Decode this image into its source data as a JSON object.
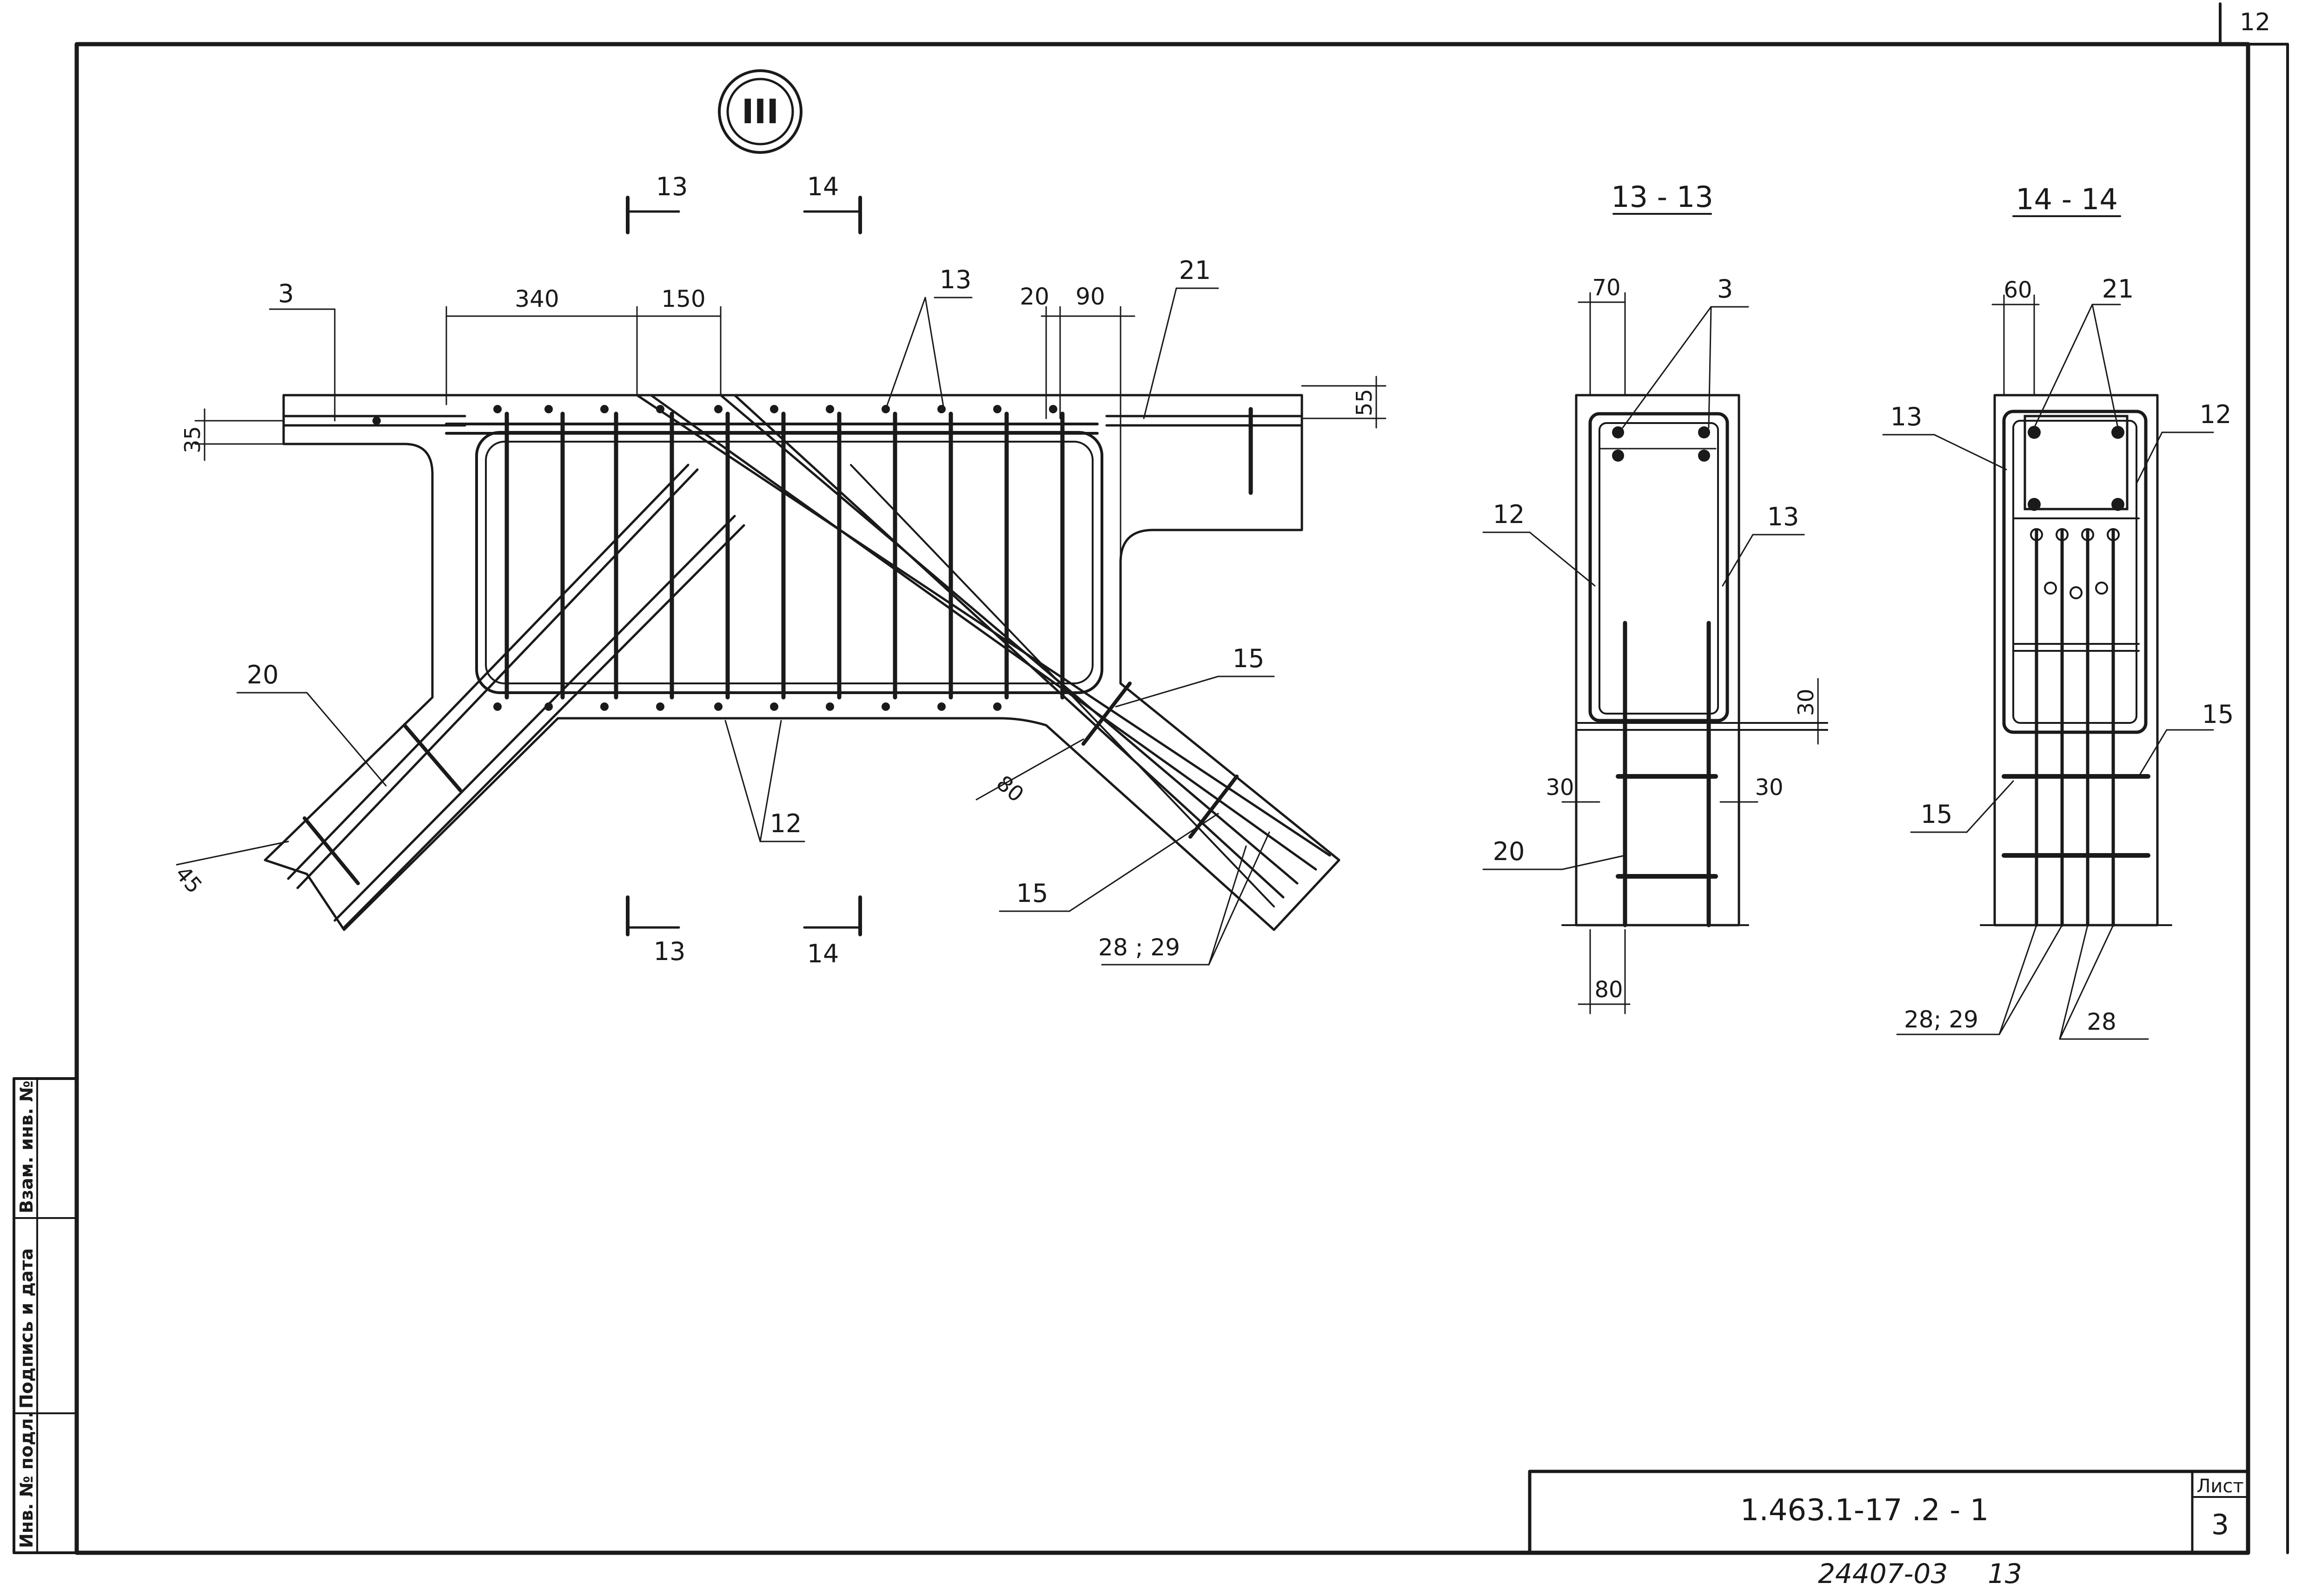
{
  "sheet": {
    "corner_number": "12",
    "stamp_label": "III",
    "side_strip": {
      "inv_podl": "Инв. № подл.",
      "podpis_data": "Подпись и дата",
      "vzam_inv": "Взам. инв. №"
    },
    "title_block": {
      "code": "1.463.1-17 .2 - 1",
      "list_label": "Лист",
      "list_number": "3"
    },
    "archive_number": "24407-03",
    "archive_copy": "13"
  },
  "main_view": {
    "section_mark_13_top": "13",
    "section_mark_14_top": "14",
    "section_mark_13_bottom": "13",
    "section_mark_14_bottom": "14",
    "dim_340": "340",
    "dim_150": "150",
    "dim_20": "20",
    "dim_90": "90",
    "dim_35": "35",
    "dim_55": "55",
    "dim_45": "45",
    "dim_80": "80",
    "pos_3": "3",
    "pos_13": "13",
    "pos_21": "21",
    "pos_20": "20",
    "pos_12": "12",
    "pos_15_right": "15",
    "pos_15_bottom": "15",
    "pos_28_29": "28 ; 29"
  },
  "section_13": {
    "title": "13 - 13",
    "dim_70": "70",
    "pos_3": "3",
    "pos_12": "12",
    "pos_13": "13",
    "dim_30_right": "30",
    "dim_30_left": "30",
    "dim_30_bottom_right": "30",
    "pos_20": "20",
    "dim_80": "80"
  },
  "section_14": {
    "title": "14 - 14",
    "dim_60": "60",
    "pos_21": "21",
    "pos_13": "13",
    "pos_12": "12",
    "pos_15_right": "15",
    "pos_15_left": "15",
    "pos_28_29": "28; 29",
    "pos_28": "28"
  }
}
